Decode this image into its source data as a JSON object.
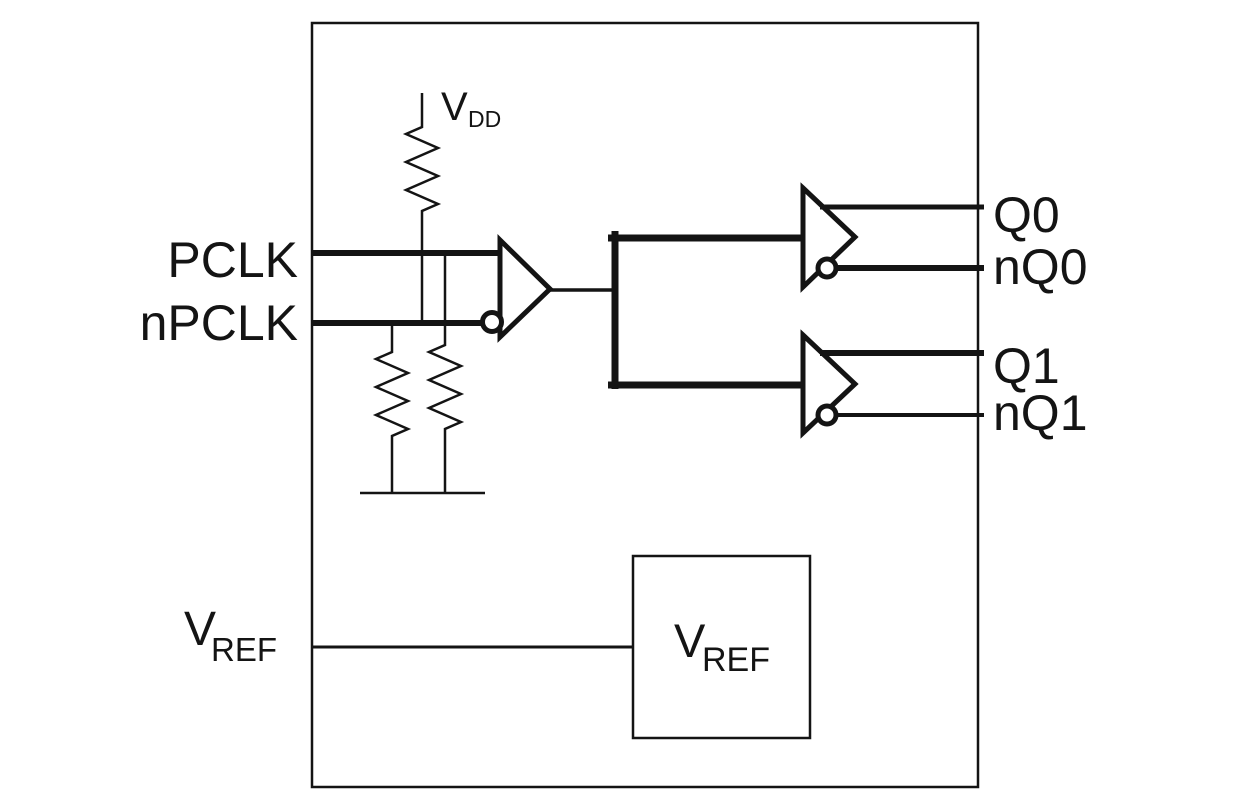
{
  "diagram": {
    "description": "Differential clock buffer block diagram with input bias network, input buffer and 1:2 differential fanout plus VREF block",
    "labels": {
      "pclk": "PCLK",
      "npclk": "nPCLK",
      "vdd_base": "V",
      "vdd_sub": "DD",
      "vref_in_base": "V",
      "vref_in_sub": "REF",
      "vref_box_base": "V",
      "vref_box_sub": "REF",
      "q0": "Q0",
      "nq0": "nQ0",
      "q1": "Q1",
      "nq1": "nQ1"
    },
    "colors": {
      "ink": "#141414",
      "background": "#ffffff"
    }
  }
}
